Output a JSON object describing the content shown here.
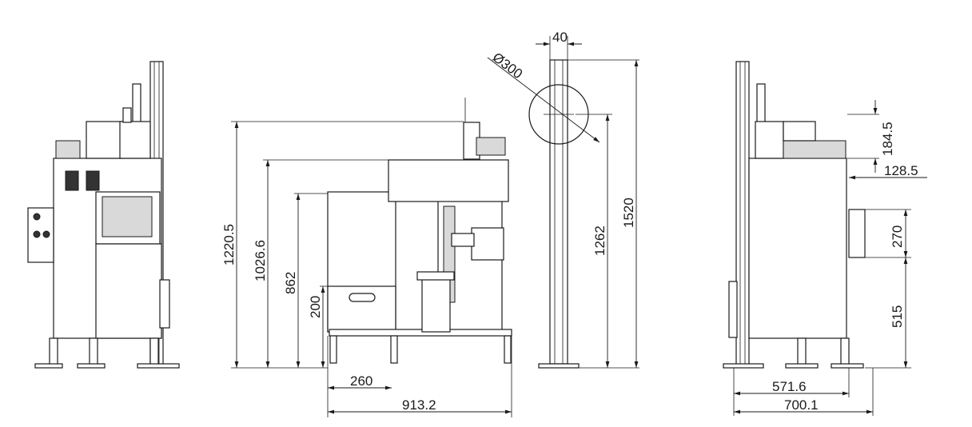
{
  "dimensions": {
    "top_40": "40",
    "diameter": "Ø300",
    "height_1520": "1520",
    "height_1262": "1262",
    "height_1220_5": "1220.5",
    "height_1026_6": "1026.6",
    "height_862": "862",
    "height_200": "200",
    "width_260": "260",
    "width_913_2": "913.2",
    "height_184_5": "184.5",
    "offset_128_5": "128.5",
    "height_270": "270",
    "height_515": "515",
    "width_571_6": "571.6",
    "width_700_1": "700.1"
  }
}
